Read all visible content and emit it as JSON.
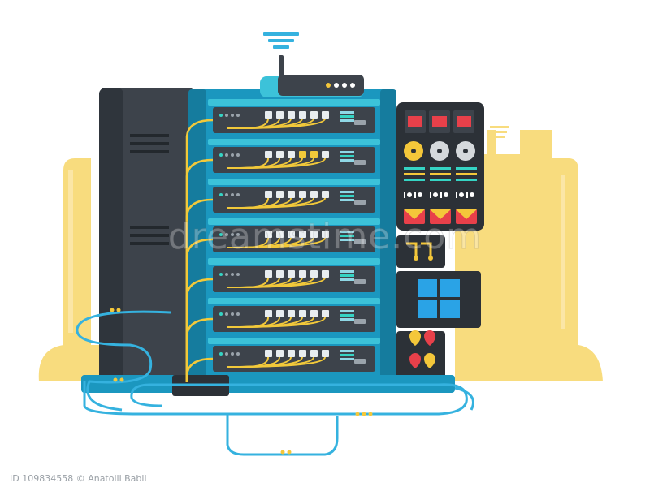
{
  "colors": {
    "background": "#ffffff",
    "city_silhouette": "#f8dc7e",
    "cabinet_dark": "#3d434b",
    "cabinet_darker": "#2f353c",
    "rack_blue": "#1b97bf",
    "rack_teal": "#3cc2d9",
    "unit_body": "#3d434b",
    "port_white": "#e8edf0",
    "cable_yellow": "#f2c93a",
    "cable_blue": "#35b2df",
    "panel_dark": "#2c3137",
    "led_red": "#e8404a",
    "led_yellow": "#f4c73a",
    "led_teal": "#35d4c4",
    "window_blue": "#2aa3e6",
    "router_white": "#ffffff"
  },
  "icons": [
    "server-rack-icon",
    "router-icon",
    "wifi-signal-icon",
    "network-switch-icon",
    "ethernet-port-icon",
    "cable-icon",
    "disk-icon",
    "envelope-icon",
    "map-pin-icon",
    "windows-logo-icon",
    "control-panel-icon"
  ],
  "watermark": {
    "text": "dreamstime.com"
  },
  "id_strip": {
    "text": "ID 109834558 © Anatolii Babii"
  },
  "rack": {
    "unit_count": 7,
    "ports_per_unit": 6,
    "yellow_port_unit": 2
  }
}
